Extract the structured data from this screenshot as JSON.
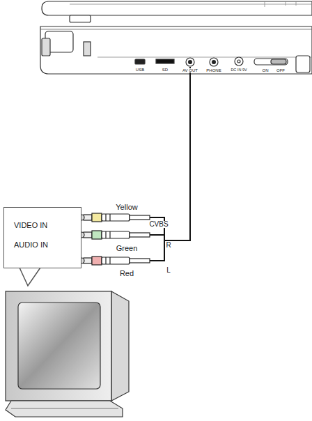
{
  "diagram": {
    "nodes": [
      {
        "text": [
          "VIDEO IN",
          "AUDIO IN"
        ]
      }
    ],
    "labels": [
      "USB",
      "SD",
      "AV OUT",
      "PHONE",
      "DC IN 9V",
      "ON",
      "OFF",
      "Yellow",
      "CVBS",
      "Green",
      "R",
      "Red",
      "L"
    ]
  }
}
